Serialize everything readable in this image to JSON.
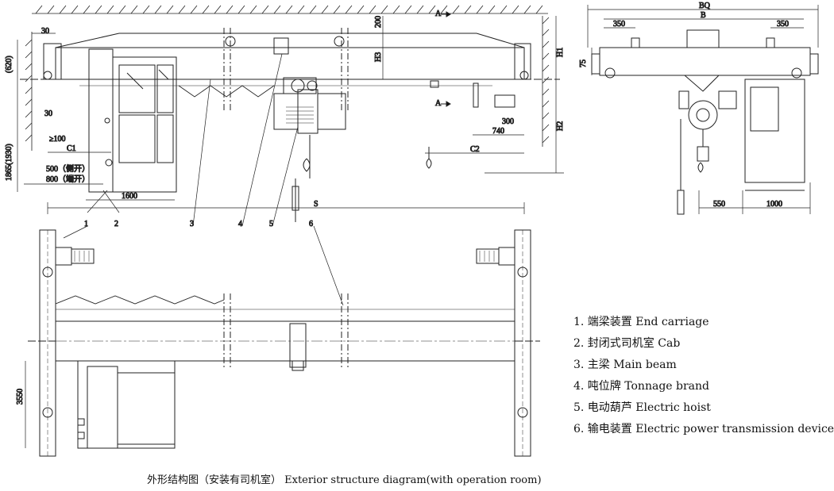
{
  "dimensions": {
    "top_30": "30",
    "d620": "(620)",
    "d1865_1930": "1865(1930)",
    "d30": "30",
    "ge100": "≥100",
    "c1": "C1",
    "d500": "500（侧开）",
    "d800": "800（端开）",
    "d1600": "1600",
    "s": "S",
    "h1": "H1",
    "h2": "H2",
    "h3": "H3",
    "d200": "200",
    "d300": "300",
    "d740": "740",
    "c2": "C2",
    "section_a": "A",
    "bq": "BQ",
    "b": "B",
    "d350_left": "350",
    "d350_right": "350",
    "d75": "75",
    "d550": "550",
    "d1000": "1000",
    "d3550": "3550"
  },
  "callouts": [
    "1",
    "2",
    "3",
    "4",
    "5",
    "6"
  ],
  "legend": [
    "1. 端梁装置 End carriage",
    "2. 封闭式司机室 Cab",
    "3. 主梁 Main beam",
    "4. 吨位牌 Tonnage brand",
    "5. 电动葫芦 Electric hoist",
    "6. 输电装置 Electric power transmission device"
  ],
  "caption": "外形结构图（安装有司机室） Exterior structure diagram(with operation room)"
}
